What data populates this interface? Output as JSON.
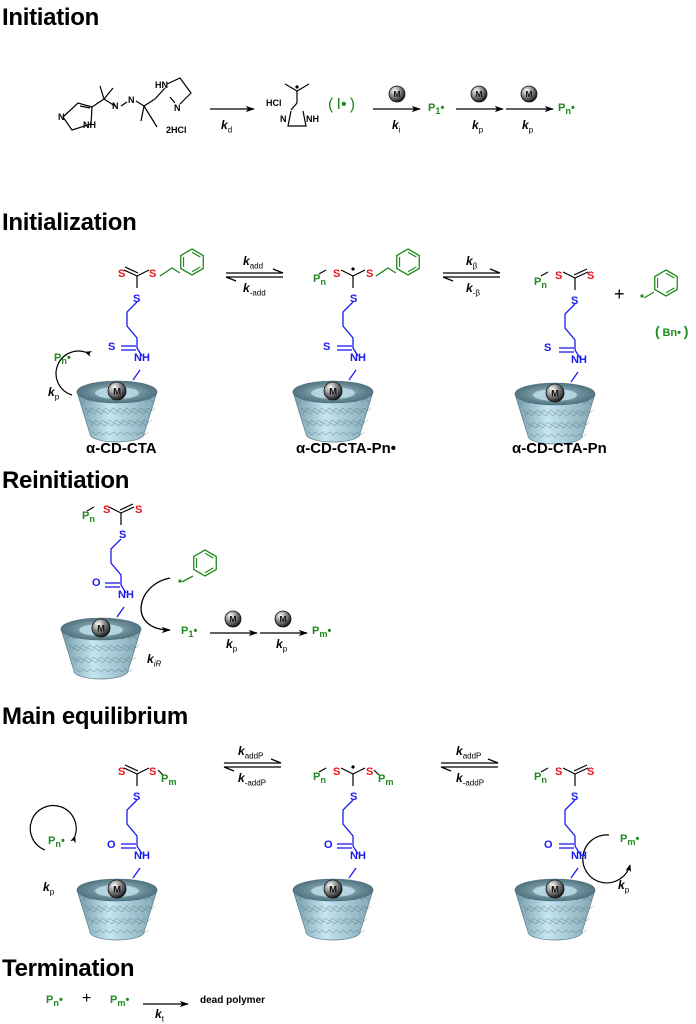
{
  "sections": {
    "initiation": "Initiation",
    "initialization": "Initialization",
    "reinitiation": "Reinitiation",
    "main_equilibrium": "Main equilibrium",
    "termination": "Termination"
  },
  "initiation": {
    "initiator_salt": "2HCl",
    "radical_salt": "HCl",
    "radical_label": "I•",
    "kd": {
      "k": "k",
      "sub": "d"
    },
    "ki": {
      "k": "k",
      "sub": "i"
    },
    "kp": {
      "k": "k",
      "sub": "p"
    },
    "p1": "P",
    "p1_sub": "1",
    "pn": "P",
    "pn_sub": "n",
    "monomer": "M",
    "atoms": {
      "N": "N",
      "NH": "NH",
      "HN": "HN"
    }
  },
  "initialization": {
    "captions": [
      "α-CD-CTA",
      "α-CD-CTA-Pn•",
      "α-CD-CTA-Pn"
    ],
    "kadd": {
      "k": "k",
      "sub": "add"
    },
    "kmadd": {
      "k": "k",
      "sub": "-add"
    },
    "kbeta": {
      "k": "k",
      "sub": "β"
    },
    "kmbeta": {
      "k": "k",
      "sub": "-β"
    },
    "kp": {
      "k": "k",
      "sub": "p"
    },
    "bn": "Bn•",
    "plus": "+",
    "S": "S",
    "NH": "NH",
    "Pn": "P",
    "n": "n",
    "monomer": "M"
  },
  "reinitiation": {
    "kiR": {
      "k": "k",
      "sub": "iR"
    },
    "kp": {
      "k": "k",
      "sub": "p"
    },
    "p1": "P",
    "p1_sub": "1",
    "pm": "P",
    "pm_sub": "m",
    "O": "O",
    "monomer": "M"
  },
  "main_equilibrium": {
    "kaddP": {
      "k": "k",
      "sub": "addP"
    },
    "kmaddP": {
      "k": "k",
      "sub": "-addP"
    },
    "kp": {
      "k": "k",
      "sub": "p"
    },
    "m": "m"
  },
  "termination": {
    "pn": "P",
    "pn_sub": "n",
    "pm": "P",
    "pm_sub": "m",
    "plus": "+",
    "kt": {
      "k": "k",
      "sub": "t"
    },
    "product": "dead polymer"
  },
  "colors": {
    "polymer_green": "#1f8a1f",
    "sulfur_red": "#e8141b",
    "linker_blue": "#1a1af0",
    "cd_cup": "#8fb8c4"
  }
}
